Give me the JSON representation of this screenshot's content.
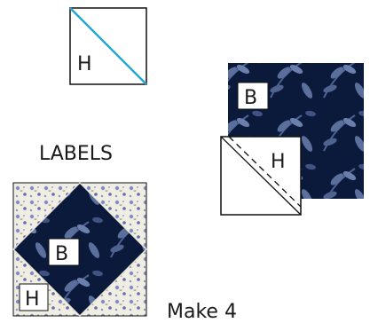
{
  "template_square": {
    "letter": "H"
  },
  "caption": "LABELS",
  "stitch_demo": {
    "background_letter": "B",
    "overlay_letter": "H"
  },
  "finished_block": {
    "center_letter": "B",
    "corner_letter": "H",
    "note": "Make 4"
  },
  "colors": {
    "diagonal_line": "#29a3d6",
    "navy_fabric": "#0b1a3b",
    "navy_print": "#5b6f9c",
    "cream_fabric": "#f1ede2",
    "floral_print": "#7d8fc4",
    "outline": "#111111"
  }
}
